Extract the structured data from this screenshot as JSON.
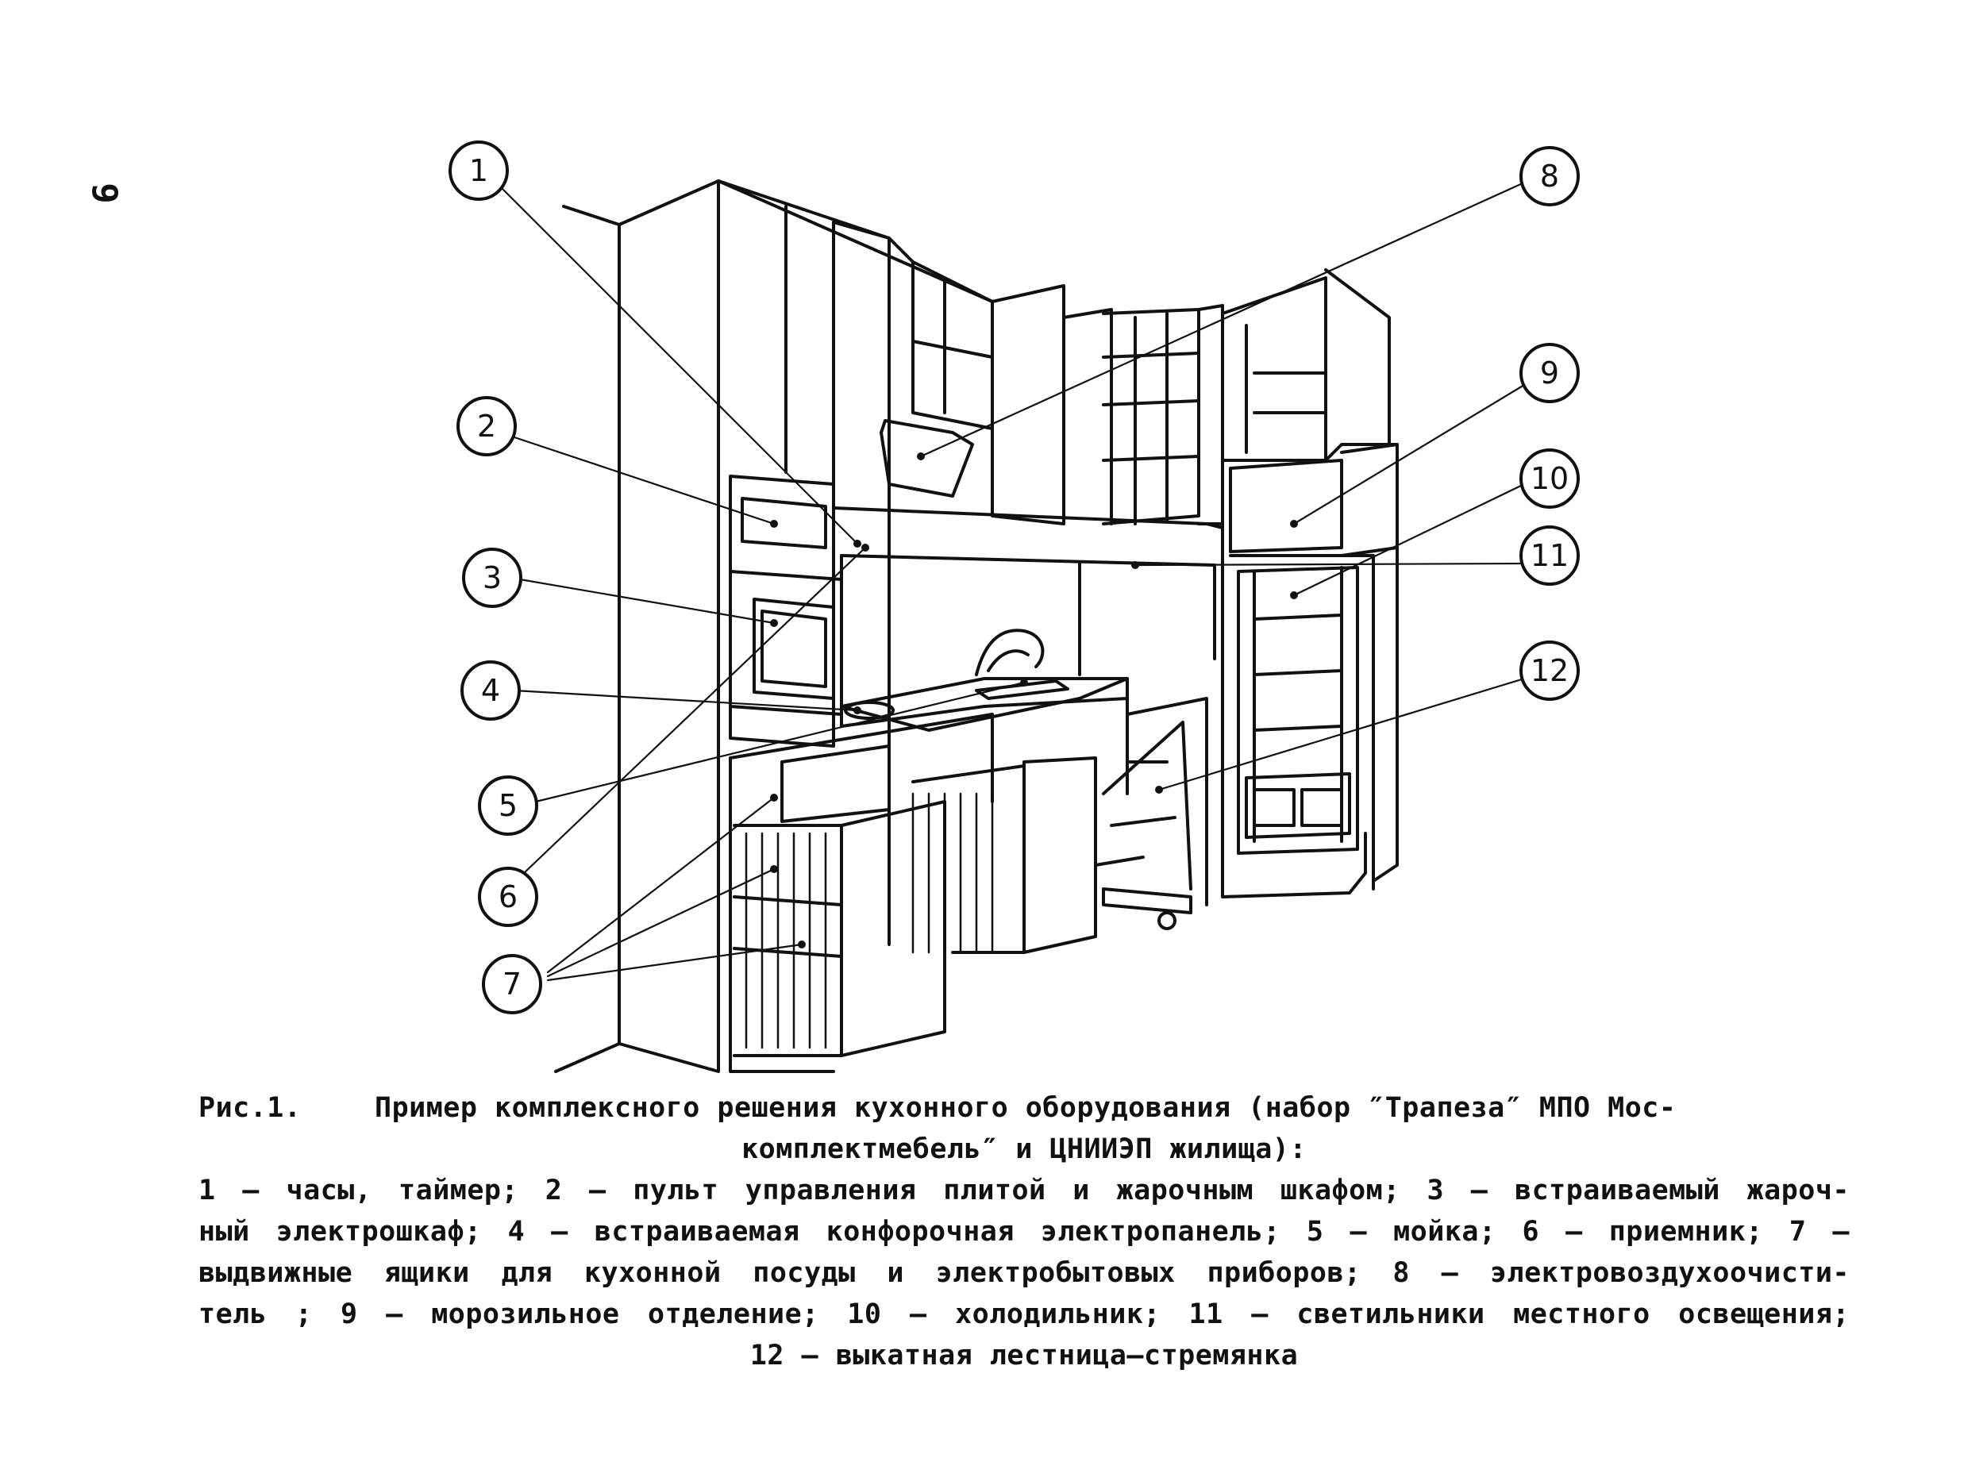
{
  "page_number": "9",
  "figure": {
    "callouts": [
      "1",
      "2",
      "3",
      "4",
      "5",
      "6",
      "7",
      "8",
      "9",
      "10",
      "11",
      "12"
    ]
  },
  "caption": {
    "figure_label": "Рис.1.",
    "title_line1": "Пример комплексного решения кухонного оборудования (набор ″Трапеза″ МПО Мос-",
    "title_line2": "комплектмебель″ и ЦНИИЭП жилища):",
    "legend_lines": [
      "1 – часы, таймер; 2 – пульт управления плитой и жарочным шкафом; 3 – встраиваемый жароч-",
      "ный электрошкаф; 4 – встраиваемая конфорочная электропанель; 5 – мойка; 6 – приемник; 7 –",
      "выдвижные ящики для кухонной посуды и электробытовых приборов; 8 – электровоздухоочисти-",
      "тель ; 9 – морозильное отделение; 10 – холодильник; 11 – светильники местного освещения;",
      "12 – выкатная лестница–стремянка"
    ]
  }
}
